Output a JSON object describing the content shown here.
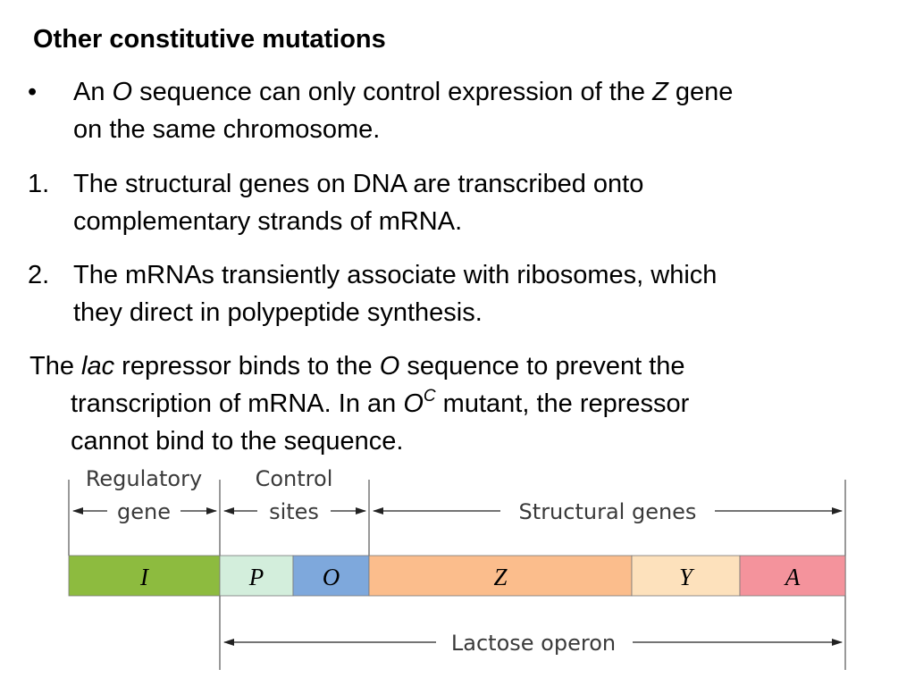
{
  "slide": {
    "title": "Other constitutive mutations",
    "bullets": [
      {
        "marker": "•",
        "lines": [
          [
            {
              "t": "An "
            },
            {
              "t": "O",
              "i": true
            },
            {
              "t": " sequence can only control expression of the "
            },
            {
              "t": "Z",
              "i": true
            },
            {
              "t": " gene"
            }
          ],
          [
            {
              "t": "on the same chromosome."
            }
          ]
        ]
      },
      {
        "marker": "1.",
        "lines": [
          [
            {
              "t": "The structural genes on DNA are transcribed onto"
            }
          ],
          [
            {
              "t": "complementary strands of mRNA."
            }
          ]
        ]
      },
      {
        "marker": "2.",
        "lines": [
          [
            {
              "t": "The mRNAs transiently associate with ribosomes, which"
            }
          ],
          [
            {
              "t": "they direct in polypeptide synthesis."
            }
          ]
        ]
      }
    ],
    "closing": {
      "lines": [
        [
          {
            "t": "The "
          },
          {
            "t": "lac",
            "i": true
          },
          {
            "t": " repressor binds to the "
          },
          {
            "t": "O",
            "i": true
          },
          {
            "t": " sequence to prevent the"
          }
        ],
        [
          {
            "t": "transcription of mRNA.  In an "
          },
          {
            "t": "O",
            "i": true
          },
          {
            "t": "C",
            "i": true,
            "sup": true
          },
          {
            "t": " mutant, the repressor"
          }
        ],
        [
          {
            "t": "cannot bind to the sequence."
          }
        ]
      ]
    }
  },
  "operon": {
    "label_regulatory_1": "Regulatory",
    "label_regulatory_2": "gene",
    "label_control_1": "Control",
    "label_control_2": "sites",
    "label_structural": "Structural genes",
    "label_lactose": "Lactose operon",
    "segments": [
      {
        "letter": "I",
        "color": "#8dbb3f"
      },
      {
        "letter": "P",
        "color": "#d3eedc"
      },
      {
        "letter": "O",
        "color": "#7ea8dc"
      },
      {
        "letter": "Z",
        "color": "#fbbd8c"
      },
      {
        "letter": "Y",
        "color": "#fde1bc"
      },
      {
        "letter": "A",
        "color": "#f4939c"
      }
    ]
  }
}
